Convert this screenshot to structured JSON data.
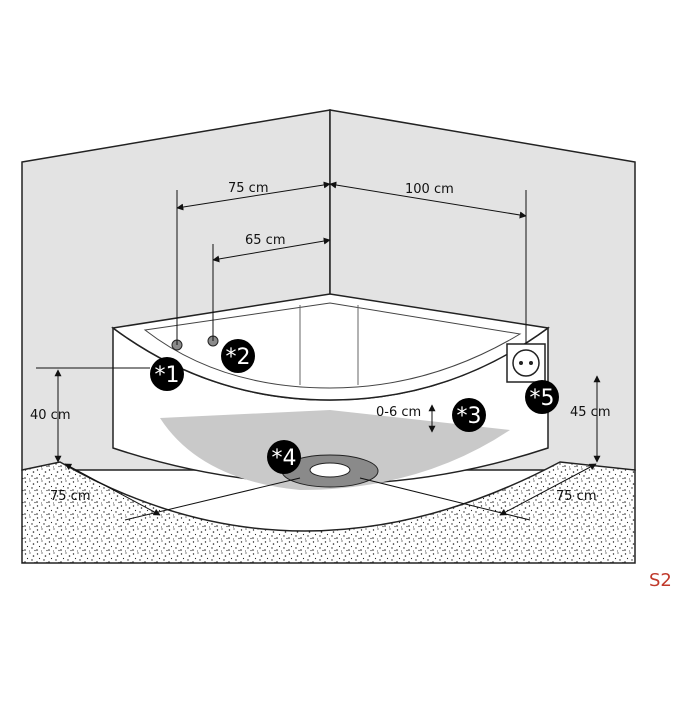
{
  "dimensions": {
    "width_left_outer": "75 cm",
    "width_left_inner": "65 cm",
    "width_right": "100 cm",
    "height_left": "40 cm",
    "height_right": "45 cm",
    "floor_left": "75 cm",
    "floor_right": "75 cm",
    "offset": "0-6 cm"
  },
  "markers": [
    "*1",
    "*2",
    "*3",
    "*4",
    "*5"
  ],
  "label_code": "S2",
  "colors": {
    "wall": "#e3e3e3",
    "line": "#111111",
    "badge": "#000000",
    "tray": "#c9c9c9",
    "drain": "#8a8a8a",
    "label": "#c0392b"
  }
}
